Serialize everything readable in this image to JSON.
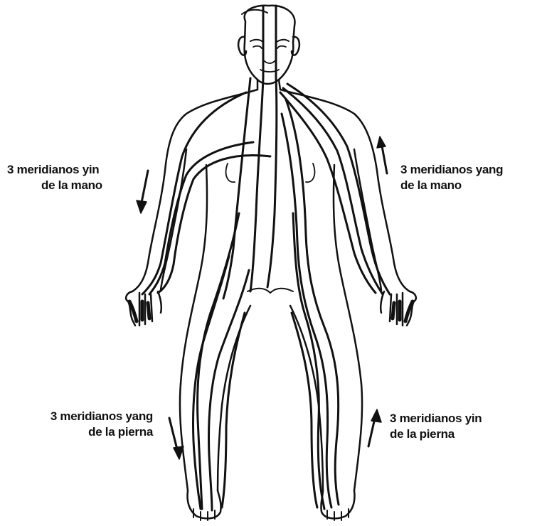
{
  "labels": {
    "yin_hand": {
      "line1": "3 meridianos yin",
      "line2": "de la mano",
      "flow": "down"
    },
    "yang_hand": {
      "line1": "3 meridianos yang",
      "line2": "de la mano",
      "flow": "up"
    },
    "yang_leg": {
      "line1": "3 meridianos yang",
      "line2": "de la pierna",
      "flow": "down"
    },
    "yin_leg": {
      "line1": "3 meridianos yin",
      "line2": "de la pierna",
      "flow": "up"
    }
  },
  "colors": {
    "ink": "#111111",
    "background": "#ffffff"
  }
}
